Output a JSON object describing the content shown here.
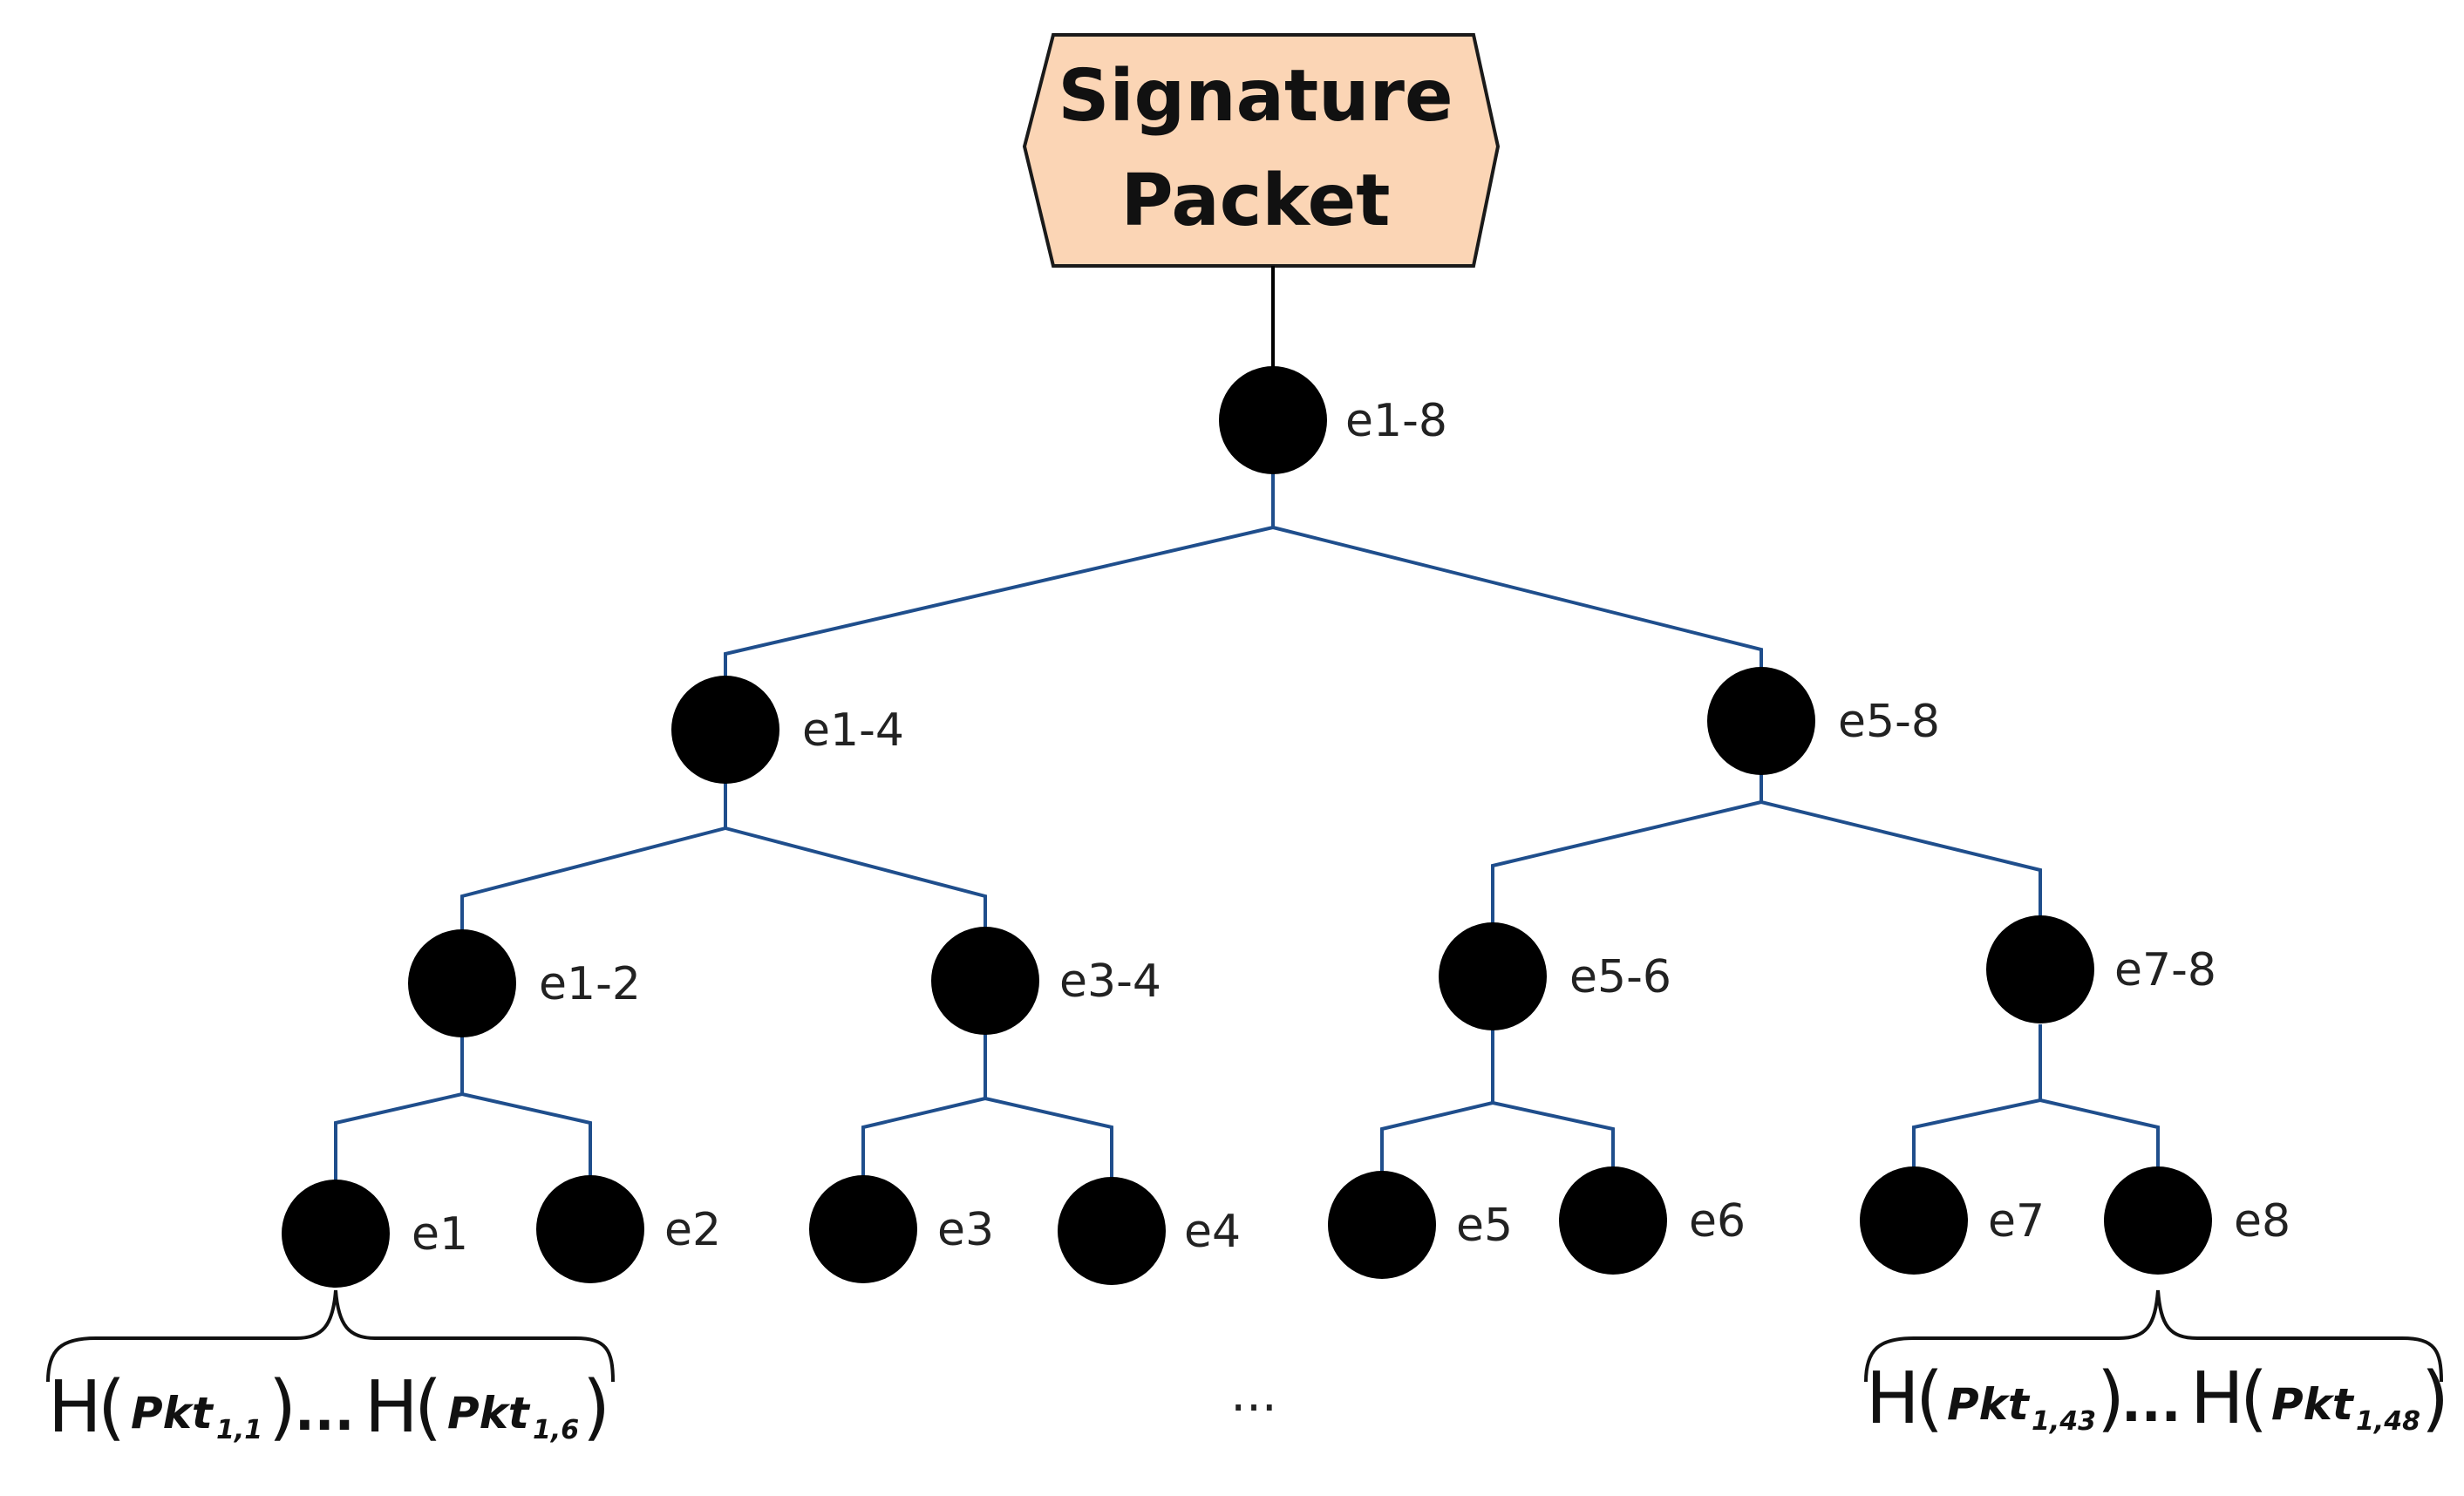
{
  "root": {
    "title_line1": "Signature",
    "title_line2": "Packet",
    "fill": "#fbd5b5",
    "stroke": "#1a1a1a"
  },
  "edge_color": "#1f4e8c",
  "node_color": "#000000",
  "nodes": {
    "e1_8": "e1-8",
    "e1_4": "e1-4",
    "e5_8": "e5-8",
    "e1_2": "e1-2",
    "e3_4": "e3-4",
    "e5_6": "e5-6",
    "e7_8": "e7-8",
    "e1": "e1",
    "e2": "e2",
    "e3": "e3",
    "e4": "e4",
    "e5": "e5",
    "e6": "e6",
    "e7": "e7",
    "e8": "e8"
  },
  "hash_left": {
    "h": "H",
    "pkt": "Pkt",
    "first_sub": "1,1",
    "dots": "...",
    "last_sub": "1,6"
  },
  "hash_right": {
    "h": "H",
    "pkt": "Pkt",
    "first_sub": "1,43",
    "dots": "...",
    "last_sub": "1,48"
  },
  "middle_ellipsis": "..."
}
